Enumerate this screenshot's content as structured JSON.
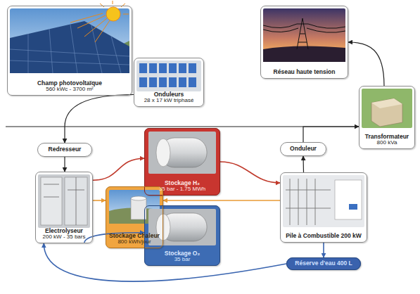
{
  "diagram": {
    "nodes": [
      {
        "text": [
          "Champ photovoltaïque",
          "560 kWc - 3700 m²"
        ]
      },
      {
        "text": [
          "Onduleurs",
          "28 x 17 kW triphasé"
        ]
      },
      {
        "text": [
          "Réseau haute tension"
        ]
      },
      {
        "text": [
          "Transformateur",
          "800 kVa"
        ]
      },
      {
        "text": [
          "Redresseur"
        ]
      },
      {
        "text": [
          "Onduleur"
        ]
      },
      {
        "text": [
          "Electrolyseur",
          "200 kW - 35 bars"
        ]
      },
      {
        "text": [
          "Stockage H₂",
          "35 bar - 1.75 MWh"
        ]
      },
      {
        "text": [
          "Stockage Chaleur",
          "800 kWh/jour"
        ]
      },
      {
        "text": [
          "Stockage O₂",
          "35 bar"
        ]
      },
      {
        "text": [
          "Pile à Combustible 200 kW"
        ]
      },
      {
        "text": [
          "Réserve d'eau 400 L"
        ]
      }
    ],
    "edges": [
      {
        "from": 1,
        "to": 4,
        "arrow": "to"
      },
      {
        "from": 4,
        "to": 6,
        "arrow": "to"
      },
      {
        "from": 6,
        "to": 7,
        "arrow": "to"
      },
      {
        "from": 7,
        "to": 10,
        "arrow": "to"
      },
      {
        "from": 6,
        "to": 8,
        "arrow": "to"
      },
      {
        "from": 10,
        "to": 8,
        "arrow": "to"
      },
      {
        "from": 6,
        "to": 9,
        "arrow": "to"
      },
      {
        "from": 10,
        "to": 11,
        "arrow": "to"
      },
      {
        "from": 11,
        "to": 6,
        "arrow": "to"
      },
      {
        "from": 10,
        "to": 5,
        "arrow": "to"
      },
      {
        "from": 5,
        "to": 3,
        "arrow": "to"
      },
      {
        "from": 3,
        "to": 2,
        "arrow": "to"
      }
    ]
  }
}
